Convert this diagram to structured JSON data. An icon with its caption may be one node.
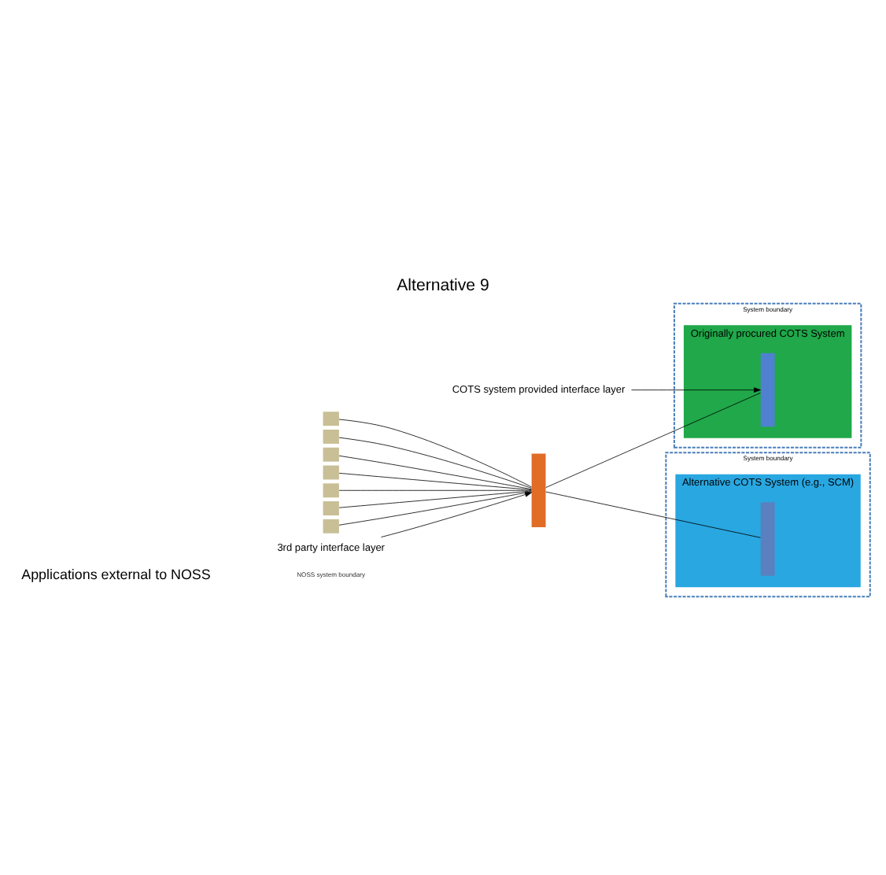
{
  "diagram": {
    "title": "Alternative 9",
    "nodes": [
      {
        "text": [
          "System boundary"
        ]
      },
      {
        "text": [
          "Alternative COTS System (e.g., SCM)"
        ],
        "in": 0
      },
      {
        "text": [],
        "shape": "bar",
        "in": 1
      },
      {
        "text": [
          "System boundary"
        ]
      },
      {
        "text": [
          "Originally procured COTS System"
        ],
        "in": 3
      },
      {
        "text": [],
        "shape": "bar",
        "in": 4
      },
      {
        "text": [],
        "shape": "bar"
      },
      {
        "text": [],
        "shape": "box"
      },
      {
        "text": [],
        "shape": "box"
      },
      {
        "text": [],
        "shape": "box"
      },
      {
        "text": [],
        "shape": "box"
      },
      {
        "text": [],
        "shape": "box"
      },
      {
        "text": [],
        "shape": "box"
      },
      {
        "text": [],
        "shape": "box"
      },
      {
        "text": [
          "3rd party interface layer"
        ]
      },
      {
        "text": [
          "COTS system provided interface layer"
        ]
      }
    ],
    "edges": [
      {
        "from": 7,
        "to": 6,
        "arrow": "none"
      },
      {
        "from": 8,
        "to": 6,
        "arrow": "none"
      },
      {
        "from": 9,
        "to": 6,
        "arrow": "none"
      },
      {
        "from": 10,
        "to": 6,
        "arrow": "none"
      },
      {
        "from": 11,
        "to": 6,
        "arrow": "none"
      },
      {
        "from": 12,
        "to": 6,
        "arrow": "none"
      },
      {
        "from": 13,
        "to": 6,
        "arrow": "none"
      },
      {
        "from": 6,
        "to": 2,
        "arrow": "none"
      },
      {
        "from": 6,
        "to": 5,
        "arrow": "none"
      },
      {
        "from": 14,
        "to": 6,
        "arrow": "to"
      },
      {
        "from": 15,
        "to": 5,
        "arrow": "to"
      }
    ],
    "labels": [
      "Applications external to NOSS",
      "NOSS system boundary"
    ]
  }
}
